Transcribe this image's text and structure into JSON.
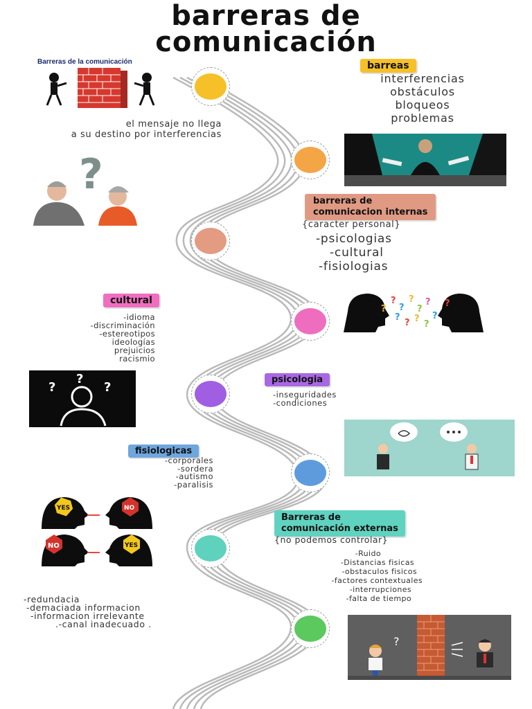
{
  "title": {
    "line1": "barreras de",
    "line2": "comunicación"
  },
  "intro": {
    "image_caption": "Barreras de la comunicación",
    "text_line1": "el mensaje no llega",
    "text_line2": "a su destino por interferencias"
  },
  "barreas": {
    "label": "barreas",
    "items": [
      "interferencias",
      "obstáculos",
      "bloqueos",
      "problemas"
    ]
  },
  "internas": {
    "label_line1": "barreras de",
    "label_line2": "comunicacion internas",
    "note": "{caracter personal}",
    "items": [
      "-psicologias",
      "-cultural",
      "-fisiologias"
    ]
  },
  "cultural": {
    "label": "cultural",
    "items": [
      "-idioma",
      "-discriminación",
      "-estereotipos",
      "ideologías",
      "prejuicios",
      "racismio"
    ]
  },
  "psicologia": {
    "label": "psicologia",
    "items": [
      "-inseguridades",
      "-condiciones"
    ]
  },
  "fisiologicas": {
    "label": "fisiologicas",
    "items": [
      "-corporales",
      "-sordera",
      "-autismo",
      "-paralisis"
    ]
  },
  "externas": {
    "label_line1": "Barreras de",
    "label_line2": "comunicación externas",
    "note": "{no podemos controlar}",
    "items": [
      "-Ruido",
      "-Distancias fisicas",
      "-obstaculos fisicos",
      "-factores contextuales",
      "-interrupciones",
      "-falta de tiempo"
    ]
  },
  "redundancia": {
    "items": [
      "-redundacia",
      "-demaciada informacion",
      "-informacion irrelevante",
      ".-canal inadecuado ."
    ]
  },
  "heads_signs": {
    "yes": "YES",
    "no": "NO"
  },
  "colors": {
    "barreas": "#f6c028",
    "internas": "#e09a83",
    "cultural": "#f06ec0",
    "psicologia": "#a867e3",
    "fisiologicas": "#6fa6de",
    "externas": "#5fd3c0",
    "dot1": "#f6c028",
    "dot2": "#f4a646",
    "dot3": "#e39b82",
    "dot4": "#ef6dbe",
    "dot5": "#a05fe2",
    "dot6": "#5e9bdc",
    "dot7": "#5fd2bd",
    "dot8": "#5cc95e"
  }
}
